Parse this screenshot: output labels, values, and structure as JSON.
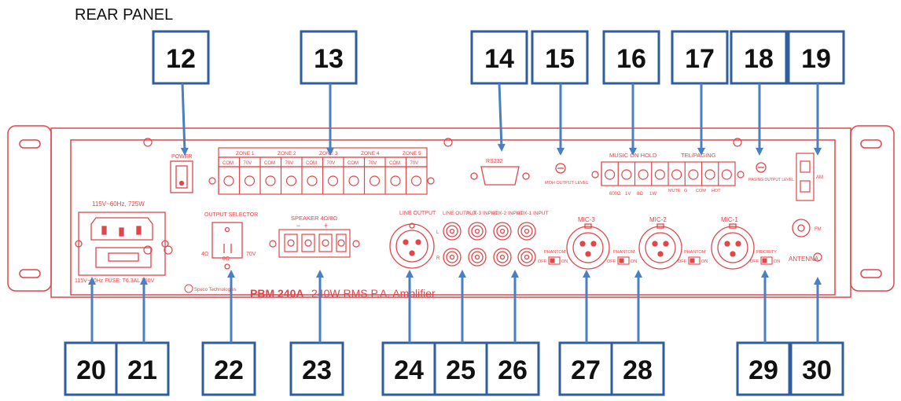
{
  "title": "REAR PANEL",
  "callouts_top": [
    "12",
    "13",
    "14",
    "15",
    "16",
    "17",
    "18",
    "19"
  ],
  "callouts_bottom": [
    "20",
    "21",
    "22",
    "23",
    "24",
    "25",
    "26",
    "27",
    "28",
    "29",
    "30"
  ],
  "panel_labels": {
    "power": "POWER",
    "zones": [
      "ZONE 1",
      "ZONE 2",
      "ZONE 3",
      "ZONE 4",
      "ZONE 5"
    ],
    "zone_terminals": [
      "COM",
      "70V",
      "COM",
      "70V",
      "COM",
      "70V",
      "COM",
      "70V",
      "COM",
      "70V"
    ],
    "rs232": "RS232",
    "moh_output_level": "MOH OUTPUT LEVEL",
    "music_on_hold": "MUSIC ON HOLD",
    "moh_sub": [
      "600Ω",
      "1V",
      "8Ω",
      "1W"
    ],
    "tel_paging": "TEL/PAGING",
    "tel_sub": [
      "MUTE",
      "G",
      "COM",
      "HOT"
    ],
    "paging_output_level": "PAGING OUTPUT LEVEL",
    "am": "AM",
    "fm": "FM",
    "antenna": "ANTENNA",
    "ac_rating": "115V~60Hz, 725W",
    "fuse": "115V~60Hz FUSE: T6.3AL 250V",
    "output_selector": "OUTPUT SELECTOR",
    "os_opts": [
      "4Ω",
      "8Ω",
      "70V"
    ],
    "speaker": "SPEAKER 4Ω/8Ω",
    "speaker_polarity": [
      "−",
      "+"
    ],
    "line_output_xlr": "LINE OUTPUT",
    "line_output_rca": "LINE OUTPUT",
    "aux3": "AUX-3 INPUT",
    "aux2": "AUX-2 INPUT",
    "aux1": "AUX-1 INPUT",
    "lr": [
      "L",
      "R"
    ],
    "mic3": "MIC-3",
    "mic2": "MIC-2",
    "mic1": "MIC-1",
    "phantom": "PHANTOM",
    "off": "OFF",
    "on": "ON",
    "priority": "PRIORITY",
    "brand": "Speco Technologies",
    "model": "PBM 240A",
    "model_desc": "240W RMS P.A. Amplifier"
  },
  "colors": {
    "callout_border": "#2f5d9e",
    "arrow": "#4a7fc1",
    "panel": "#e0464a"
  }
}
